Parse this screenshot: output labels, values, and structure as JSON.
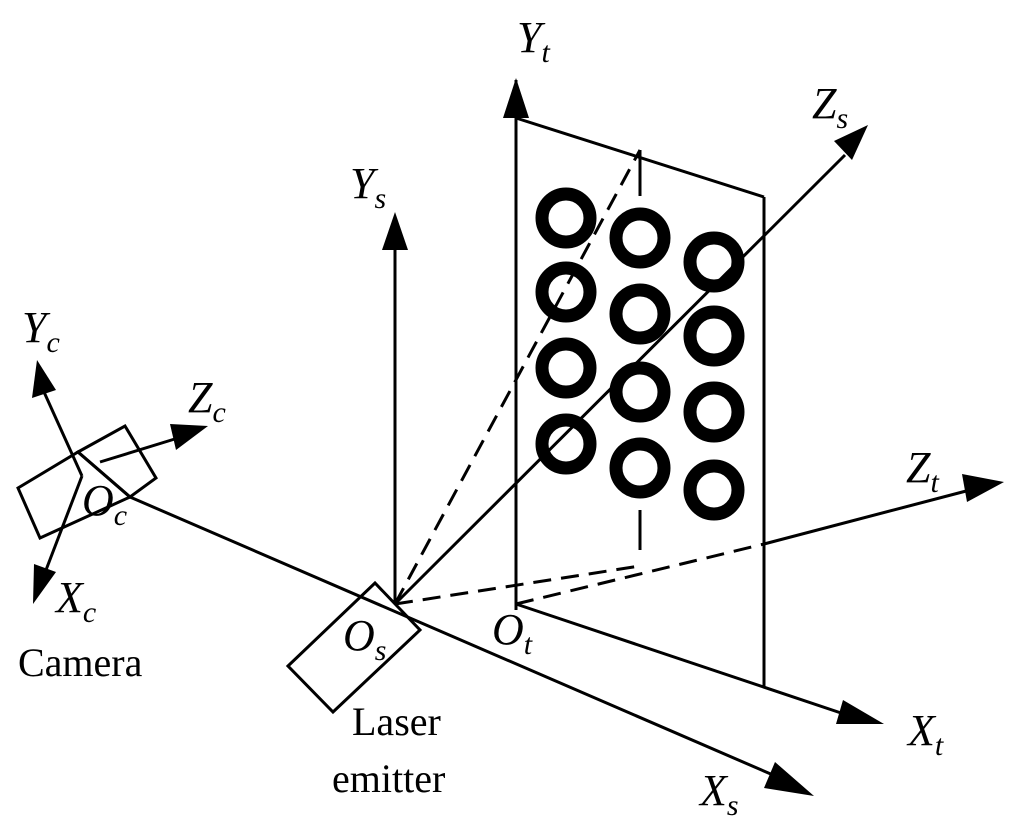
{
  "axes": {
    "target": {
      "y": {
        "base": "Y",
        "sub": "t"
      },
      "z": {
        "base": "Z",
        "sub": "t"
      },
      "x": {
        "base": "X",
        "sub": "t"
      },
      "origin": {
        "base": "O",
        "sub": "t"
      }
    },
    "sensor": {
      "y": {
        "base": "Y",
        "sub": "s"
      },
      "z": {
        "base": "Z",
        "sub": "s"
      },
      "x": {
        "base": "X",
        "sub": "s"
      },
      "origin": {
        "base": "O",
        "sub": "s"
      }
    },
    "camera": {
      "y": {
        "base": "Y",
        "sub": "c"
      },
      "z": {
        "base": "Z",
        "sub": "c"
      },
      "x": {
        "base": "X",
        "sub": "c"
      },
      "origin": {
        "base": "O",
        "sub": "c"
      }
    }
  },
  "labels": {
    "camera": "Camera",
    "laser_line1": "Laser",
    "laser_line2": "emitter"
  },
  "target_board": {
    "rings": [
      [
        [
          566,
          218
        ],
        [
          640,
          238
        ],
        [
          714,
          262
        ]
      ],
      [
        [
          566,
          292
        ],
        [
          640,
          314
        ],
        [
          714,
          336
        ]
      ],
      [
        [
          566,
          368
        ],
        [
          640,
          392
        ],
        [
          714,
          412
        ]
      ],
      [
        [
          566,
          444
        ],
        [
          640,
          468
        ],
        [
          714,
          490
        ]
      ]
    ]
  }
}
